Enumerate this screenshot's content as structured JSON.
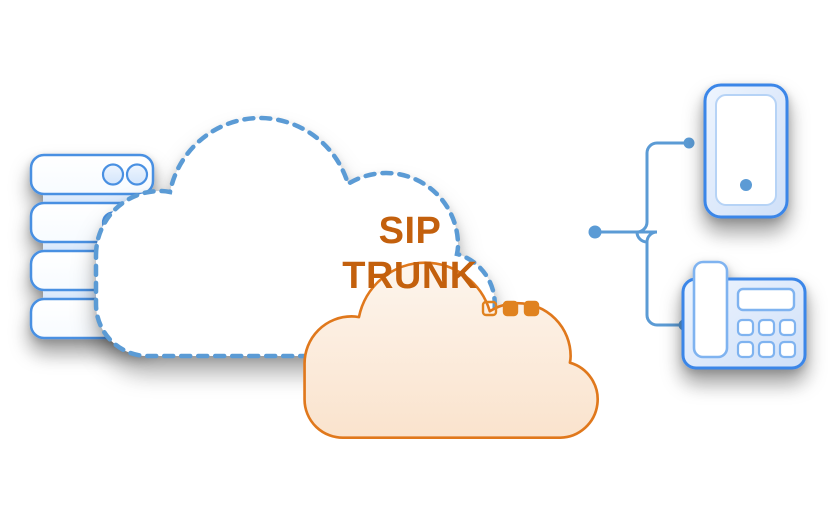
{
  "diagram": {
    "title": "SIP Trunk network topology",
    "background": "#ffffff",
    "cloud": {
      "label_line1": "SIP",
      "label_line2": "TRUNK",
      "text_color": "#c3600d",
      "inner_fill_top": "#fdf2e6",
      "inner_fill_bottom": "#fbe6d2",
      "inner_stroke": "#e0781c",
      "outer_fill": "#ffffff",
      "outer_dash_color": "#5b9bd5",
      "status_lights": [
        {
          "name": "light-1",
          "state": "off",
          "fill": "none",
          "stroke": "#e0821f"
        },
        {
          "name": "light-2",
          "state": "on",
          "fill": "#e0821f",
          "stroke": "#e0821f"
        },
        {
          "name": "light-3",
          "state": "on",
          "fill": "#e0821f",
          "stroke": "#e0821f"
        }
      ]
    },
    "server_stack": {
      "name": "server-rack",
      "unit_count": 4,
      "unit_fill": "#ffffff",
      "unit_stroke": "#4a90e2",
      "spacer_fill": "#dce9fb",
      "detail_line_color": "#7fb3f0",
      "indicator_fill": "#dce9fb",
      "indicator_stroke": "#4a90e2",
      "units": [
        {
          "name": "server-unit-1"
        },
        {
          "name": "server-unit-2"
        },
        {
          "name": "server-unit-3"
        },
        {
          "name": "server-unit-4"
        }
      ]
    },
    "mobile_phone": {
      "name": "mobile-phone",
      "body_fill": "#dbe9fb",
      "body_stroke": "#3b86e8",
      "screen_fill": "#ffffff",
      "screen_stroke": "#a9cdf5",
      "home_dot_fill": "#5b9bd5"
    },
    "desk_phone": {
      "name": "desk-phone",
      "body_fill": "#dbe9fb",
      "body_stroke": "#3b86e8",
      "handset_fill": "#ffffff",
      "handset_stroke": "#7fb3f0",
      "display_fill": "#ffffff",
      "display_stroke": "#7fb3f0",
      "key_fill": "#ffffff",
      "key_stroke": "#7fb3f0",
      "key_rows": 2,
      "key_cols": 3
    },
    "connectors": {
      "color": "#5b9bd5",
      "stroke_width": 3,
      "dot_radius": 5,
      "links": [
        {
          "name": "connector-servers-to-cloud",
          "from": "server-rack",
          "to": "sip-trunk-cloud"
        },
        {
          "name": "connector-cloud-to-mobile",
          "from": "sip-trunk-cloud",
          "to": "mobile-phone"
        },
        {
          "name": "connector-cloud-to-desk-phone",
          "from": "sip-trunk-cloud",
          "to": "desk-phone"
        }
      ]
    }
  }
}
